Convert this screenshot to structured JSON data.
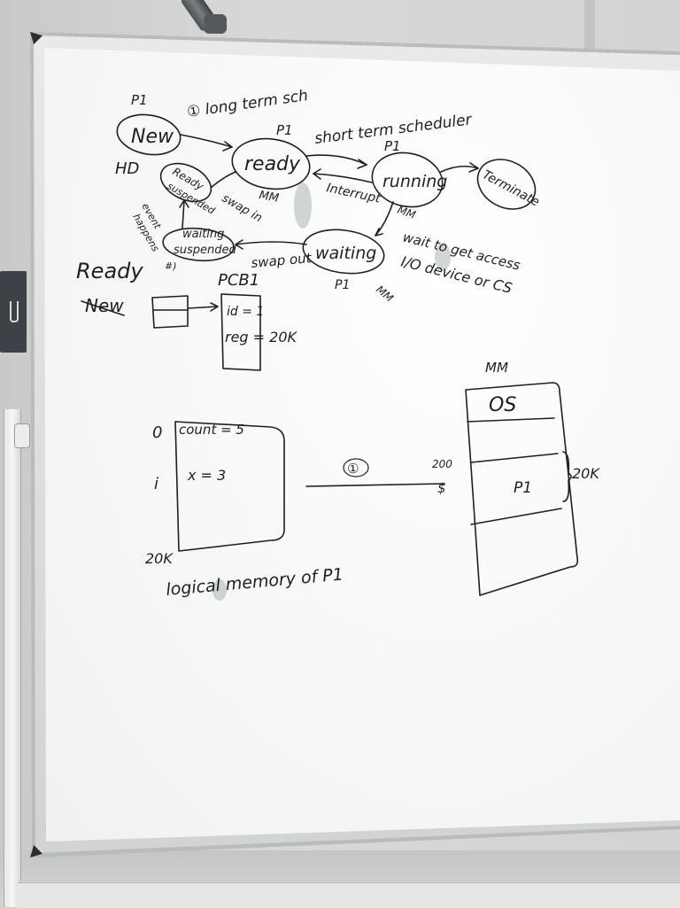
{
  "scene": {
    "description_free": true,
    "colors": {
      "ink": "#1d1f22",
      "board": "#f7f8f8",
      "frame": "#b9bcbc",
      "wall": "#d2d4d2"
    }
  },
  "state_diagram": {
    "new_label": "New",
    "new_mark": "P1",
    "hd_label": "HD",
    "long_term": "① long term sch",
    "ready_label": "ready",
    "ready_mark": "P1",
    "ready_mm": "MM",
    "short_term": "short term scheduler",
    "running_label": "running",
    "running_mark": "P1",
    "running_mm": "MM",
    "terminate_label": "Terminate",
    "ready_suspended_label_1": "Ready",
    "ready_suspended_label_2": "suspended",
    "swap_in": "swap in",
    "interrupt": "Interrupt",
    "waiting_suspended_1": "waiting",
    "waiting_suspended_2": "suspended",
    "event_happens_1": "event",
    "event_happens_2": "happens",
    "event_happens_3": "#)",
    "swap_out": "swap out",
    "waiting_label": "waiting",
    "waiting_p": "P1",
    "waiting_mm": "MM",
    "wait_to_1": "wait to get access",
    "wait_to_2": "I/O device or CS"
  },
  "queue_note": {
    "ready": "Ready",
    "new": "New",
    "pcb_title": "PCB1",
    "pcb_id": "id = 1",
    "pcb_reg": "reg = 20K"
  },
  "logical_memory": {
    "addr_0": "0",
    "addr_1": "i",
    "addr_end": "20K",
    "count": "count = 5",
    "x": "x = 3",
    "caption": "logical memory of P1",
    "arrow_label": "①",
    "arrow_target_top": "200",
    "arrow_target_mark": "$"
  },
  "main_memory": {
    "title": "MM",
    "os": "OS",
    "p1": "P1",
    "size": "20K"
  }
}
